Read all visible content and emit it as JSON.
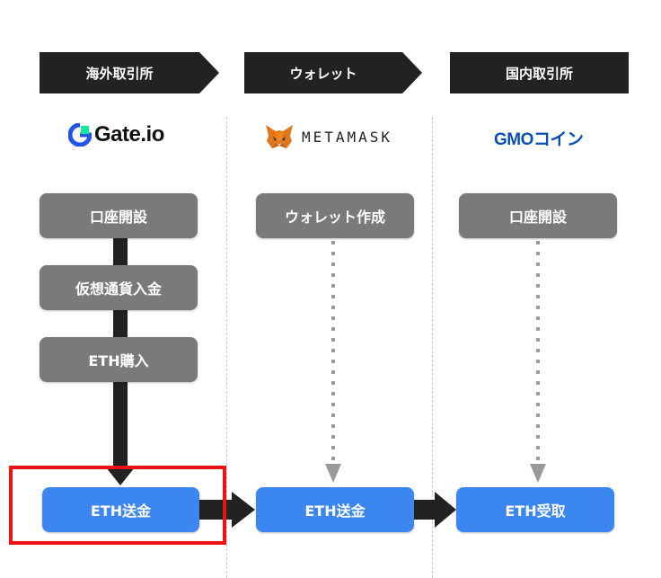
{
  "columns": [
    {
      "header": "海外取引所",
      "logo_text": "Gate.io",
      "logo_icon": "gate-io-icon"
    },
    {
      "header": "ウォレット",
      "logo_text": "METAMASK",
      "logo_icon": "fox-icon"
    },
    {
      "header": "国内取引所",
      "logo_text": "GMOコイン",
      "logo_icon": "gmo-coin-icon"
    }
  ],
  "steps": {
    "exchange": [
      "口座開設",
      "仮想通貨入金",
      "ETH購入",
      "ETH送金"
    ],
    "wallet": [
      "ウォレット作成",
      "ETH送金"
    ],
    "domestic": [
      "口座開設",
      "ETH受取"
    ]
  },
  "colors": {
    "header": "#222222",
    "gray_step": "#7a7a7a",
    "blue_step": "#3b86f1",
    "highlight": "#ee1111",
    "connector": "#222222",
    "dotted": "#9a9a9a"
  }
}
